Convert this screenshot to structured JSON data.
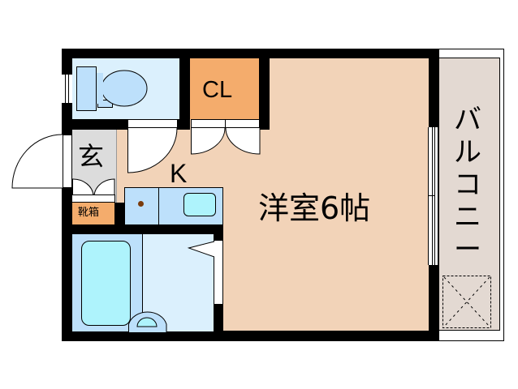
{
  "floorplan": {
    "rooms": {
      "western_room": {
        "label": "洋室6帖",
        "color": "#f2d3b8"
      },
      "closet": {
        "label": "CL",
        "color": "#f4ac6c"
      },
      "kitchen": {
        "label": "K"
      },
      "entrance": {
        "label": "玄",
        "color": "#dcdcdc"
      },
      "shoe_box": {
        "label": "靴箱",
        "color": "#f4ac6c"
      },
      "toilet": {
        "color": "#dbf0fd"
      },
      "bathroom": {
        "color": "#dbf0fd"
      },
      "balcony": {
        "label_chars": [
          "バ",
          "ル",
          "コ",
          "ニ",
          "ー"
        ],
        "color": "#e3d9d2"
      }
    },
    "colors": {
      "wall": "#000000",
      "fixture_blue": "#bde0fb",
      "basin_cyan": "#aef3fc",
      "stove_dot": "#7a3b0c"
    }
  }
}
